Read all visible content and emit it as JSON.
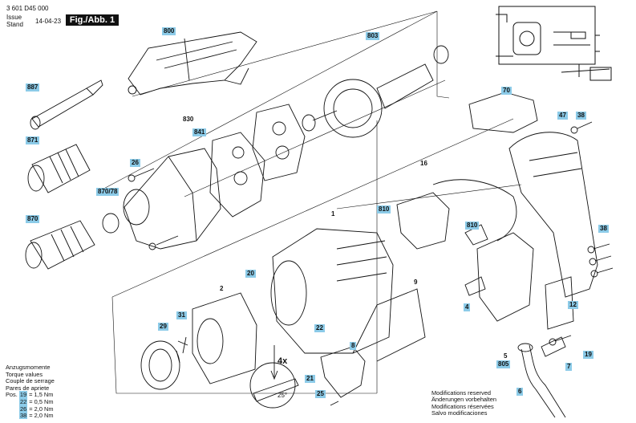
{
  "header": {
    "doc_number": "3 601 D45 000",
    "issue_label": "Issue",
    "stand_label": "Stand",
    "date": "14-04-23",
    "figure": "Fig./Abb. 1"
  },
  "callouts": [
    {
      "id": "800",
      "hl": true
    },
    {
      "id": "803",
      "hl": true
    },
    {
      "id": "887",
      "hl": true
    },
    {
      "id": "830",
      "hl": false
    },
    {
      "id": "841",
      "hl": true
    },
    {
      "id": "871",
      "hl": true
    },
    {
      "id": "26",
      "hl": true
    },
    {
      "id": "870/78",
      "hl": true
    },
    {
      "id": "870",
      "hl": true
    },
    {
      "id": "70",
      "hl": true
    },
    {
      "id": "47",
      "hl": true
    },
    {
      "id": "38",
      "hl": true
    },
    {
      "id": "16",
      "hl": false
    },
    {
      "id": "810",
      "hl": true
    },
    {
      "id": "810",
      "hl": true
    },
    {
      "id": "1",
      "hl": false
    },
    {
      "id": "38",
      "hl": true
    },
    {
      "id": "20",
      "hl": true
    },
    {
      "id": "2",
      "hl": false
    },
    {
      "id": "9",
      "hl": false
    },
    {
      "id": "4",
      "hl": true
    },
    {
      "id": "12",
      "hl": true
    },
    {
      "id": "31",
      "hl": true
    },
    {
      "id": "29",
      "hl": true
    },
    {
      "id": "22",
      "hl": true
    },
    {
      "id": "8",
      "hl": true
    },
    {
      "id": "5",
      "hl": false
    },
    {
      "id": "805",
      "hl": true
    },
    {
      "id": "19",
      "hl": true
    },
    {
      "id": "7",
      "hl": true
    },
    {
      "id": "21",
      "hl": true
    },
    {
      "id": "25",
      "hl": true
    },
    {
      "id": "6",
      "hl": true
    }
  ],
  "detail": {
    "multiplier": "4x",
    "angle": "25°"
  },
  "torque": {
    "lines": [
      "Anzugsmomente",
      "Torque values",
      "Couple de serrage",
      "Pares de apriete"
    ],
    "prefix": "Pos.",
    "values": [
      {
        "pos": "19",
        "val": "= 1,5 Nm"
      },
      {
        "pos": "22",
        "val": "= 0,5 Nm"
      },
      {
        "pos": "26",
        "val": "= 2,0 Nm"
      },
      {
        "pos": "38",
        "val": "= 2,0 Nm"
      }
    ]
  },
  "modifications": [
    "Modifications reserved",
    "Änderungen vorbehalten",
    "Modifications réservées",
    "Salvo modificaciones"
  ],
  "colors": {
    "highlight": "#8ccbe8",
    "ink": "#111111"
  }
}
